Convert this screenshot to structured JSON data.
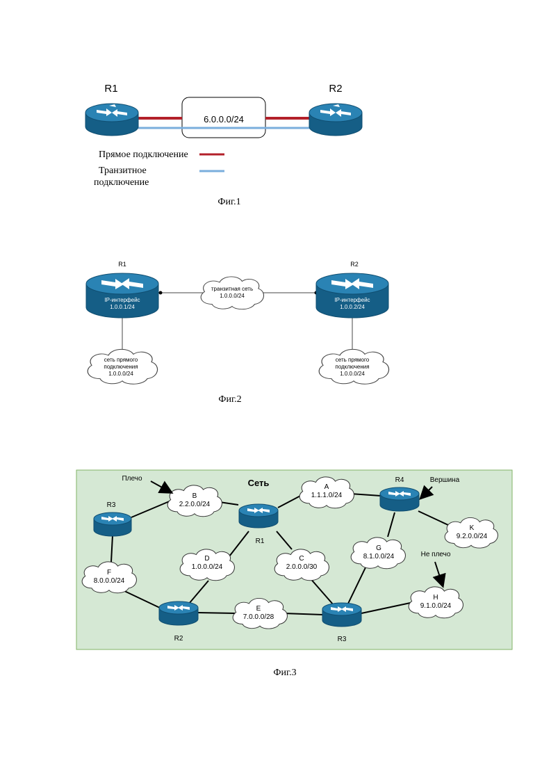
{
  "fig1": {
    "r1": "R1",
    "r2": "R2",
    "network": "6.0.0.0/24",
    "legend_direct": "Прямое подключение",
    "legend_transit_1": "Транзитное",
    "legend_transit_2": "подключение",
    "caption": "Фиг.1",
    "colors": {
      "direct": "#b3202a",
      "transit": "#7aaedc",
      "router": "#1b6e99"
    }
  },
  "fig2": {
    "r1": "R1",
    "r2": "R2",
    "r1_if_1": "IP-интерфейс",
    "r1_if_2": "1.0.0.1/24",
    "r2_if_1": "IP-интерфейс",
    "r2_if_2": "1.0.0.2/24",
    "transit_1": "транзитная сеть",
    "transit_2": "1.0.0.0/24",
    "left_direct_1": "сеть прямого",
    "left_direct_2": "подключения",
    "left_direct_3": "1.0.0.0/24",
    "right_direct_1": "сеть прямого",
    "right_direct_2": "подключения",
    "right_direct_3": "1.0.0.0/24",
    "caption": "Фиг.2"
  },
  "fig3": {
    "title": "Сеть",
    "background": "#d5e8d4",
    "r1": "R1",
    "r2": "R2",
    "r3_left": "R3",
    "r3_bottom": "R3",
    "r4": "R4",
    "plecho": "Плечо",
    "vershina": "Вершина",
    "ne_plecho": "Не плечо",
    "clouds": {
      "a_name": "A",
      "a_net": "1.1.1.0/24",
      "b_name": "B",
      "b_net": "2.2.0.0/24",
      "c_name": "C",
      "c_net": "2.0.0.0/30",
      "d_name": "D",
      "d_net": "1.0.0.0/24",
      "e_name": "E",
      "e_net": "7.0.0.0/28",
      "f_name": "F",
      "f_net": "8.0.0.0/24",
      "g_name": "G",
      "g_net": "8.1.0.0/24",
      "h_name": "H",
      "h_net": "9.1.0.0/24",
      "k_name": "K",
      "k_net": "9.2.0.0/24"
    },
    "caption": "Фиг.3"
  }
}
